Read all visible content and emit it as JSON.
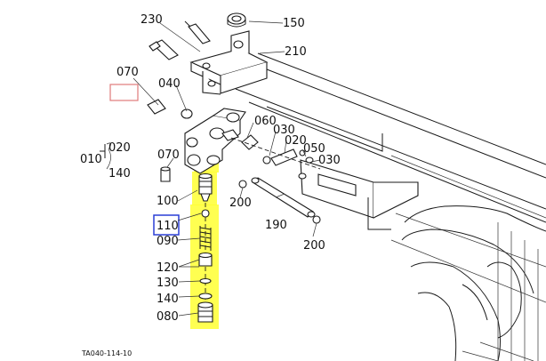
{
  "diagram": {
    "labels": {
      "p230": "230",
      "p150": "150",
      "p210": "210",
      "p070a": "070",
      "p040": "040",
      "p060": "060",
      "p030a": "030",
      "p020a": "020",
      "p050": "050",
      "p030b": "030",
      "p010": "010",
      "p020b": "020",
      "p140a": "140",
      "p070b": "070",
      "p100": "100",
      "p110": "110",
      "p090": "090",
      "p120": "120",
      "p130": "130",
      "p140b": "140",
      "p080": "080",
      "p200a": "200",
      "p190": "190",
      "p200b": "200"
    },
    "caption": "TA040-114-10",
    "colors": {
      "highlight": "#ffff33",
      "box_red": "#e07a7a",
      "box_blue": "#2a3fd6",
      "line": "#1a1a1a"
    }
  }
}
